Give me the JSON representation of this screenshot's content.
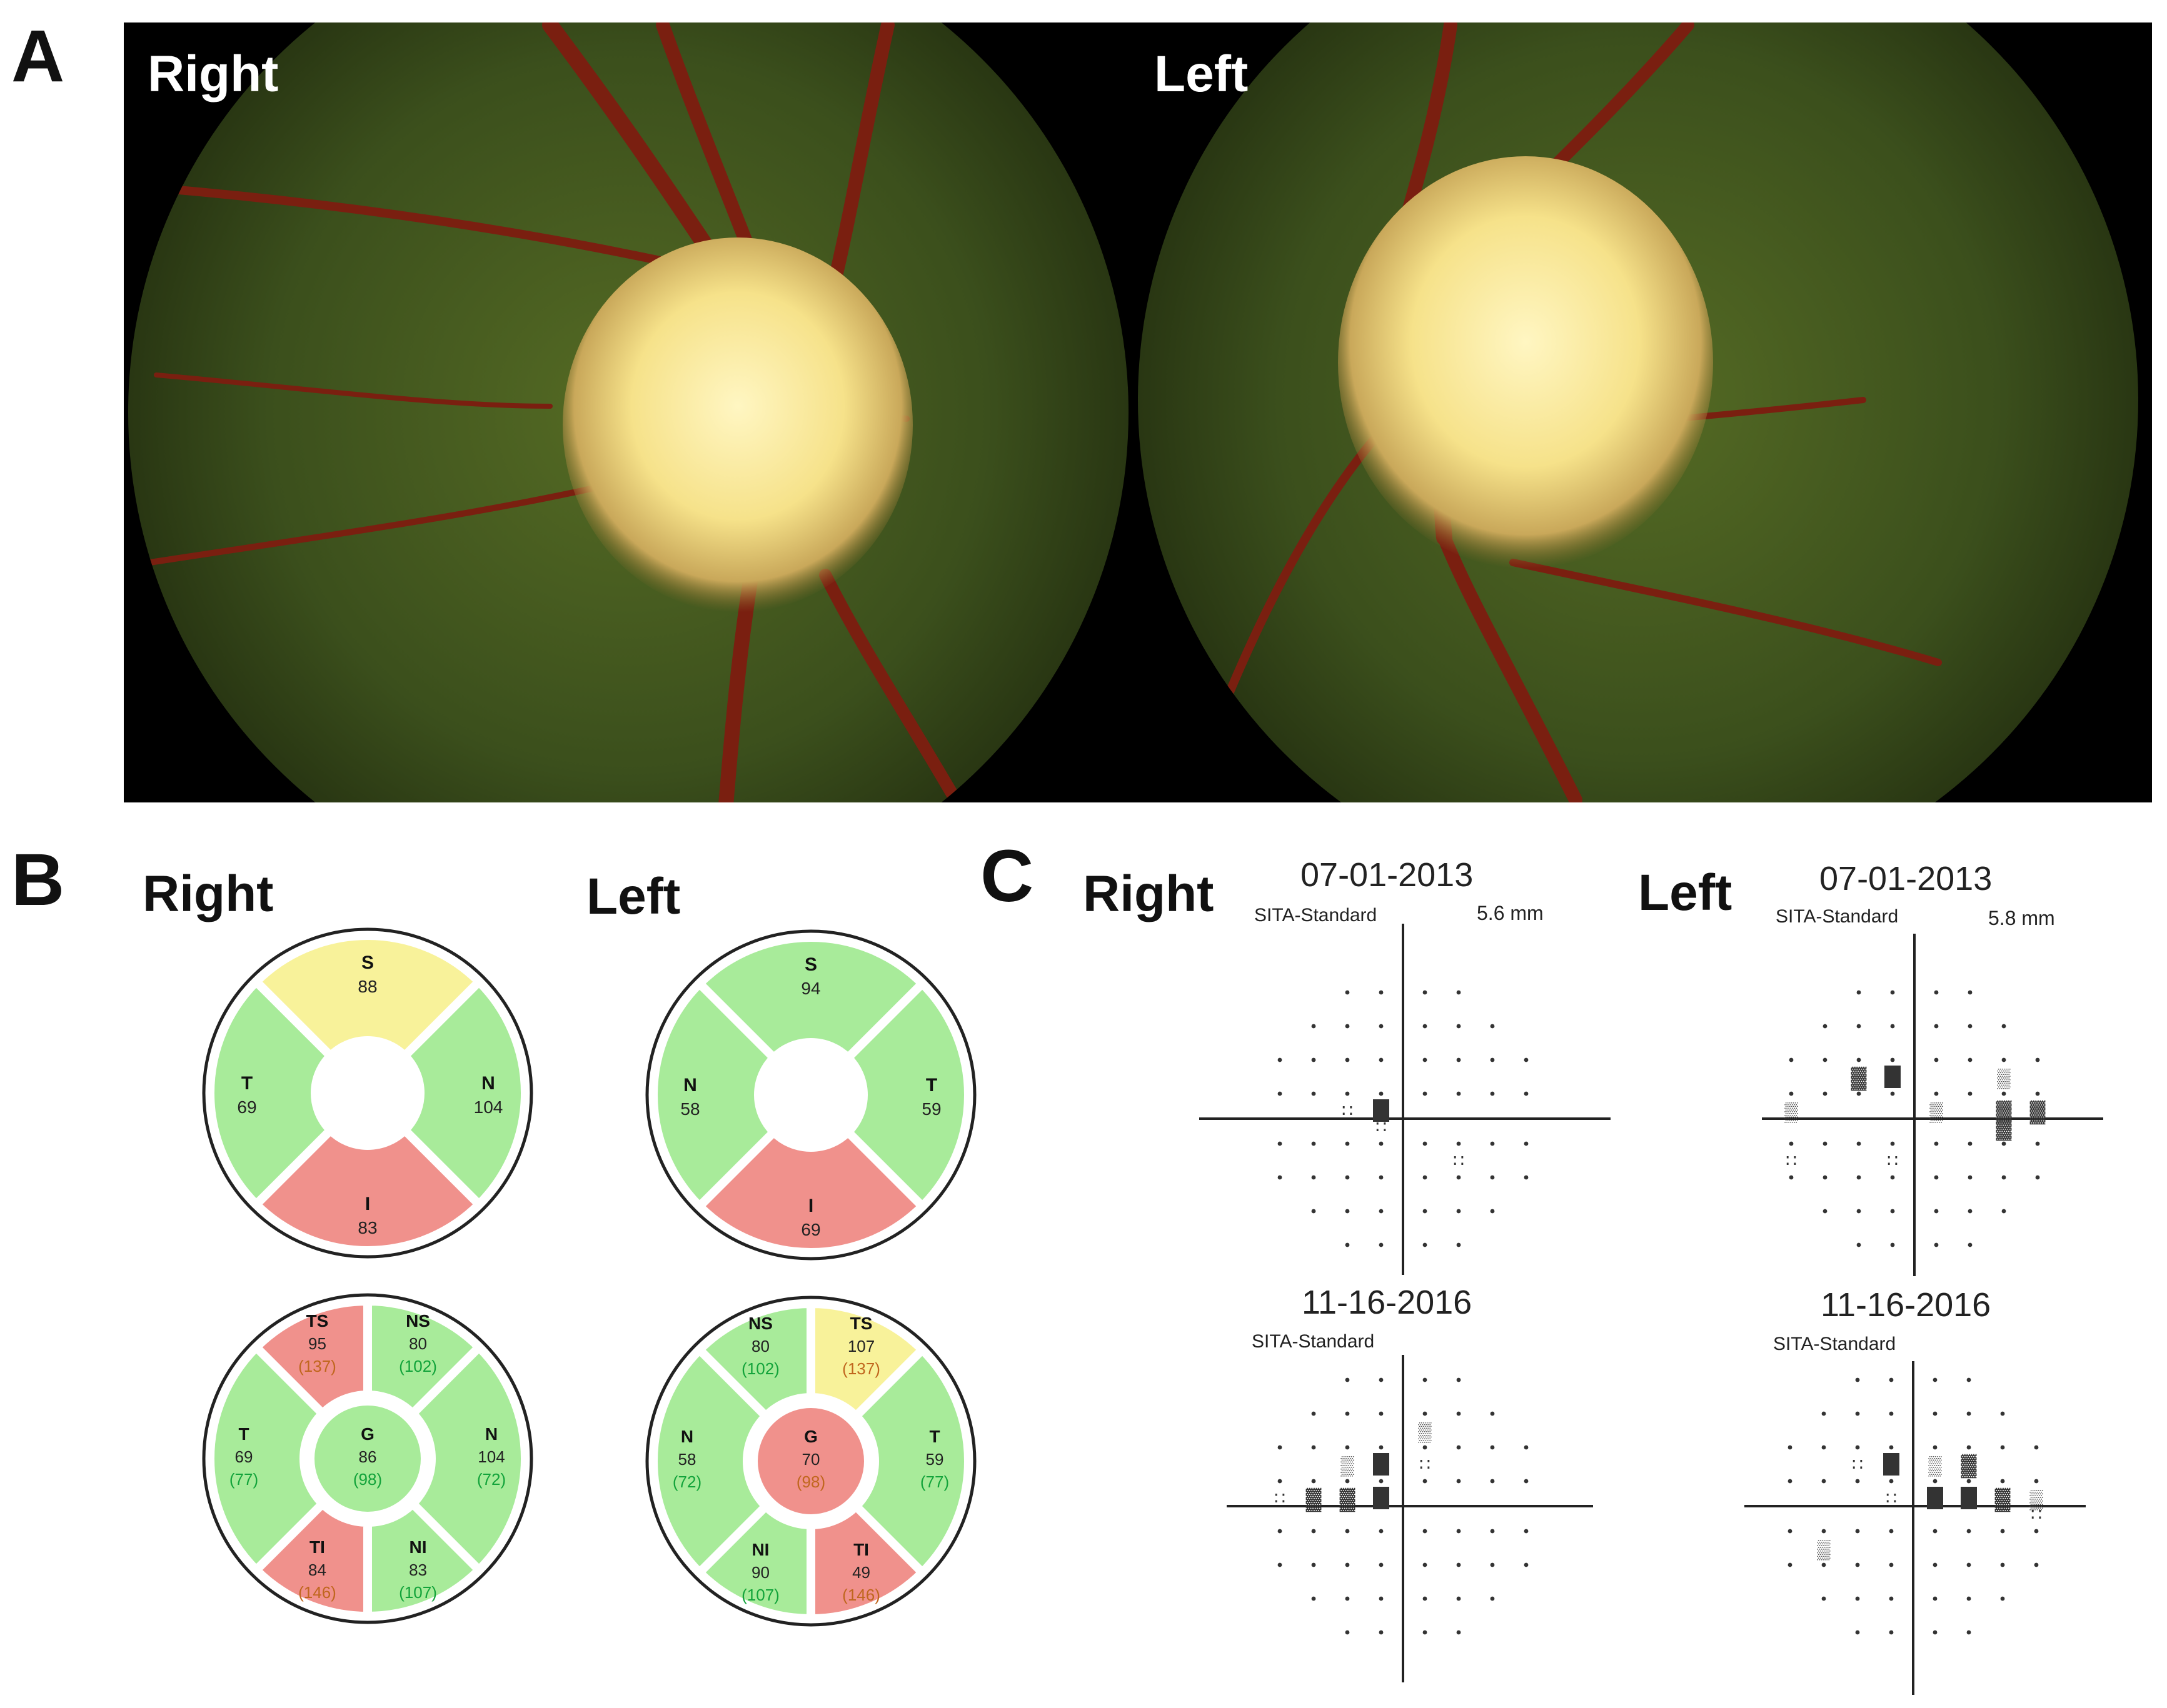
{
  "panel_a": {
    "letter": "A",
    "right_label": "Right",
    "left_label": "Left"
  },
  "panel_b": {
    "letter": "B",
    "right_label": "Right",
    "left_label": "Left",
    "right_quadrant": {
      "S": {
        "label": "S",
        "value": "88",
        "status": "yellow"
      },
      "T": {
        "label": "T",
        "value": "69",
        "status": "green"
      },
      "N": {
        "label": "N",
        "value": "104",
        "status": "green"
      },
      "I": {
        "label": "I",
        "value": "83",
        "status": "red"
      }
    },
    "left_quadrant": {
      "S": {
        "label": "S",
        "value": "94",
        "status": "green"
      },
      "N": {
        "label": "N",
        "value": "58",
        "status": "green"
      },
      "T": {
        "label": "T",
        "value": "59",
        "status": "green"
      },
      "I": {
        "label": "I",
        "value": "69",
        "status": "red"
      }
    },
    "right_sectors": {
      "TS": {
        "label": "TS",
        "value": "95",
        "normal": "(137)",
        "status": "red"
      },
      "NS": {
        "label": "NS",
        "value": "80",
        "normal": "(102)",
        "status": "green"
      },
      "T": {
        "label": "T",
        "value": "69",
        "normal": "(77)",
        "status": "green"
      },
      "G": {
        "label": "G",
        "value": "86",
        "normal": "(98)",
        "status": "green"
      },
      "N": {
        "label": "N",
        "value": "104",
        "normal": "(72)",
        "status": "green"
      },
      "TI": {
        "label": "TI",
        "value": "84",
        "normal": "(146)",
        "status": "red"
      },
      "NI": {
        "label": "NI",
        "value": "83",
        "normal": "(107)",
        "status": "green"
      }
    },
    "left_sectors": {
      "NS": {
        "label": "NS",
        "value": "80",
        "normal": "(102)",
        "status": "green"
      },
      "TS": {
        "label": "TS",
        "value": "107",
        "normal": "(137)",
        "status": "yellow"
      },
      "N": {
        "label": "N",
        "value": "58",
        "normal": "(72)",
        "status": "green"
      },
      "G": {
        "label": "G",
        "value": "70",
        "normal": "(98)",
        "status": "red"
      },
      "T": {
        "label": "T",
        "value": "59",
        "normal": "(77)",
        "status": "green"
      },
      "NI": {
        "label": "NI",
        "value": "90",
        "normal": "(107)",
        "status": "green"
      },
      "TI": {
        "label": "TI",
        "value": "49",
        "normal": "(146)",
        "status": "red"
      }
    }
  },
  "panel_c": {
    "letter": "C",
    "right_label": "Right",
    "left_label": "Left",
    "right_top": {
      "date": "07-01-2013",
      "strategy": "SITA-Standard",
      "size": "5.6 mm"
    },
    "left_top": {
      "date": "07-01-2013",
      "strategy": "SITA-Standard",
      "size": "5.8 mm"
    },
    "right_bottom": {
      "date": "11-16-2016",
      "strategy": "SITA-Standard"
    },
    "left_bottom": {
      "date": "11-16-2016",
      "strategy": "SITA-Standard"
    }
  },
  "colors": {
    "green": "#a8eb9a",
    "yellow": "#f8f29a",
    "red": "#f0918c",
    "value_green": "#12a33a",
    "value_orange": "#c0661e"
  }
}
